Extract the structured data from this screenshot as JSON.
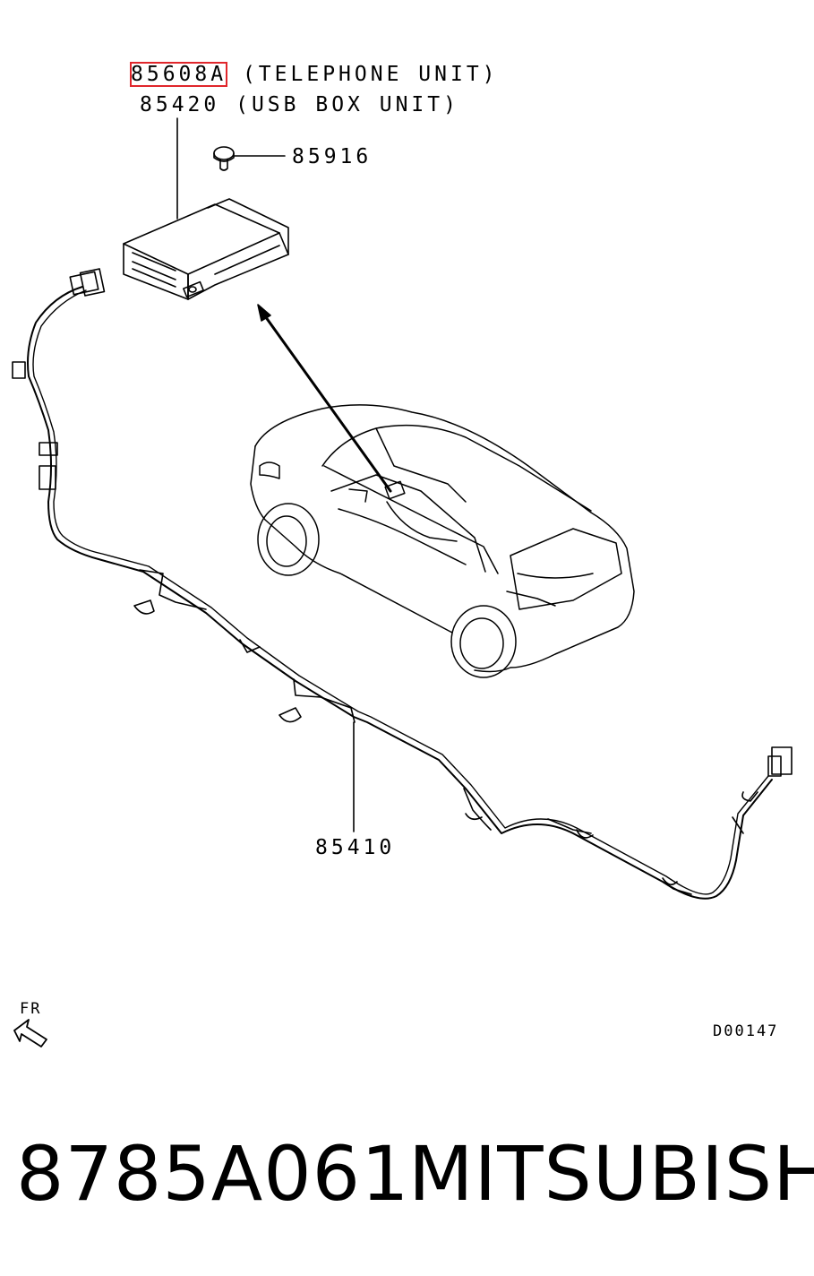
{
  "labels": {
    "tel_part": "85608A",
    "tel_desc": "(TELEPHONE UNIT)",
    "usb_part": "85420",
    "usb_desc": "(USB BOX UNIT)",
    "screw_part": "85916",
    "harness_part": "85410",
    "fr": "FR",
    "diagram_code": "D00147"
  },
  "caption": {
    "part_number": "8785A061",
    "brand": "MITSUBISHI"
  },
  "colors": {
    "highlight": "#e0262b",
    "line": "#000000"
  }
}
